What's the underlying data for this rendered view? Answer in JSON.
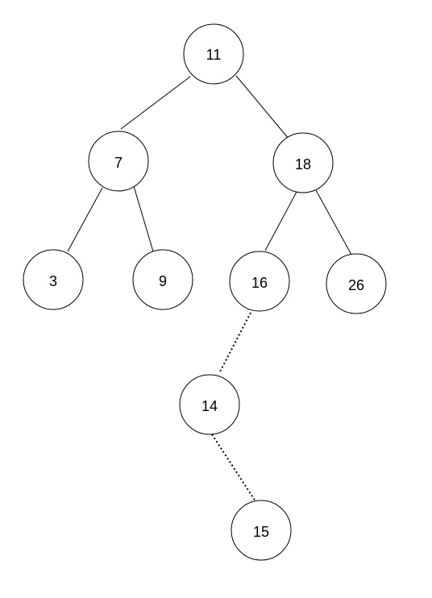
{
  "tree": {
    "nodes": [
      {
        "id": "n11",
        "label": "11"
      },
      {
        "id": "n7",
        "label": "7"
      },
      {
        "id": "n18",
        "label": "18"
      },
      {
        "id": "n3",
        "label": "3"
      },
      {
        "id": "n9",
        "label": "9"
      },
      {
        "id": "n16",
        "label": "16"
      },
      {
        "id": "n26",
        "label": "26"
      },
      {
        "id": "n14",
        "label": "14"
      },
      {
        "id": "n15",
        "label": "15"
      }
    ],
    "edges": [
      {
        "from": "n11",
        "to": "n7",
        "style": "solid"
      },
      {
        "from": "n11",
        "to": "n18",
        "style": "solid"
      },
      {
        "from": "n7",
        "to": "n3",
        "style": "solid"
      },
      {
        "from": "n7",
        "to": "n9",
        "style": "solid"
      },
      {
        "from": "n18",
        "to": "n16",
        "style": "solid"
      },
      {
        "from": "n18",
        "to": "n26",
        "style": "solid"
      },
      {
        "from": "n16",
        "to": "n14",
        "style": "dotted"
      },
      {
        "from": "n14",
        "to": "n15",
        "style": "dotted"
      }
    ]
  }
}
